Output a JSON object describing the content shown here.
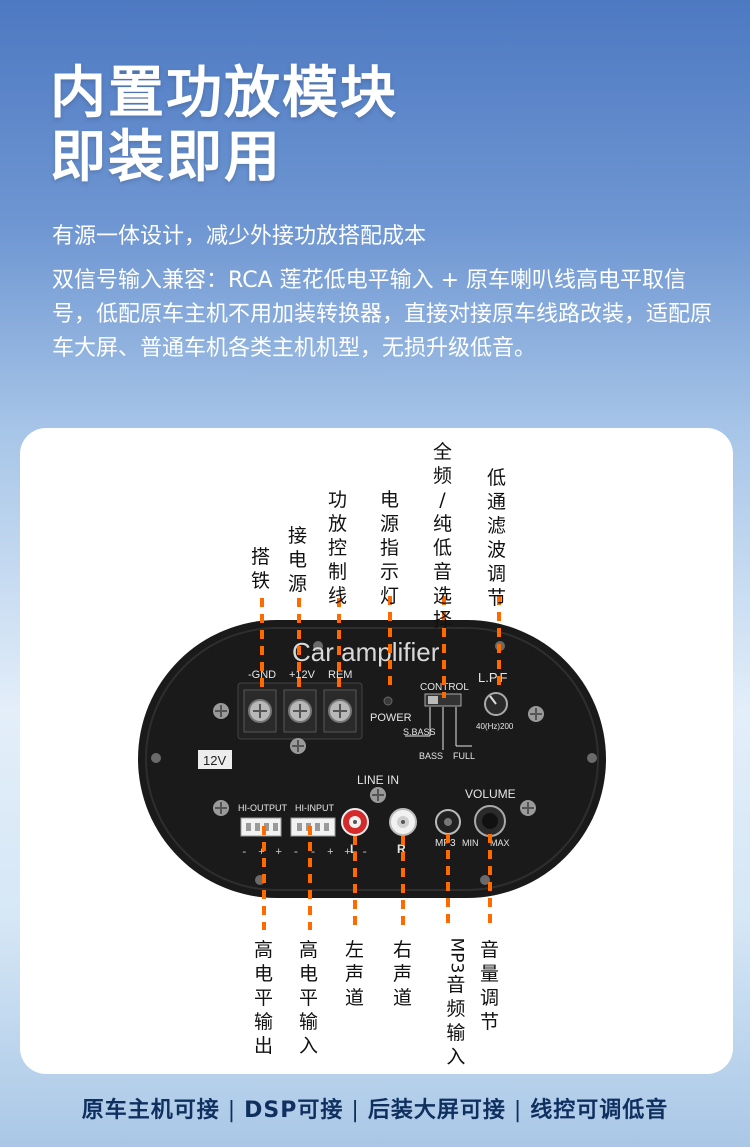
{
  "hero": {
    "line1": "内置功放模块",
    "line2": "即装即用"
  },
  "intro": {
    "line1": "有源一体设计，减少外接功放搭配成本",
    "line2": "双信号输入兼容：RCA 莲花低电平输入 + 原车喇叭线高电平取信号，低配原车主机不用加装转换器，直接对接原车线路改装，适配原车大屏、普通车机各类主机机型，无损升级低音。"
  },
  "device": {
    "brand": "Car amplifier",
    "gnd": "-GND",
    "plus12v": "+12V",
    "rem": "REM",
    "power": "POWER",
    "control": "CONTROL",
    "s_bass": "S.BASS",
    "bass": "BASS",
    "full": "FULL",
    "lpf": "L.P.F",
    "lpf_range": "40(Hz)200",
    "voltage": "12V",
    "hi_output": "HI-OUTPUT",
    "hi_input": "HI-INPUT",
    "line_in": "LINE IN",
    "left": "L",
    "right": "R",
    "mp3": "MP3",
    "volume": "VOLUME",
    "min": "MIN",
    "max": "MAX",
    "pin_signs": "- + + - - + + -"
  },
  "callouts_top": [
    "搭铁",
    "接电源",
    "功放控制线",
    "电源指示灯",
    "全频/纯低音选择",
    "低通滤波调节"
  ],
  "callouts_bottom": [
    "高电平输出",
    "高电平输入",
    "左声道",
    "右声道",
    "MP3音频输入",
    "音量调节"
  ],
  "footer": {
    "items": [
      "原车主机可接",
      "DSP可接",
      "后装大屏可接",
      "线控可调低音"
    ],
    "separator": "|"
  },
  "colors": {
    "accent": "#ff6a00",
    "footer_text": "#0f2f5f"
  }
}
